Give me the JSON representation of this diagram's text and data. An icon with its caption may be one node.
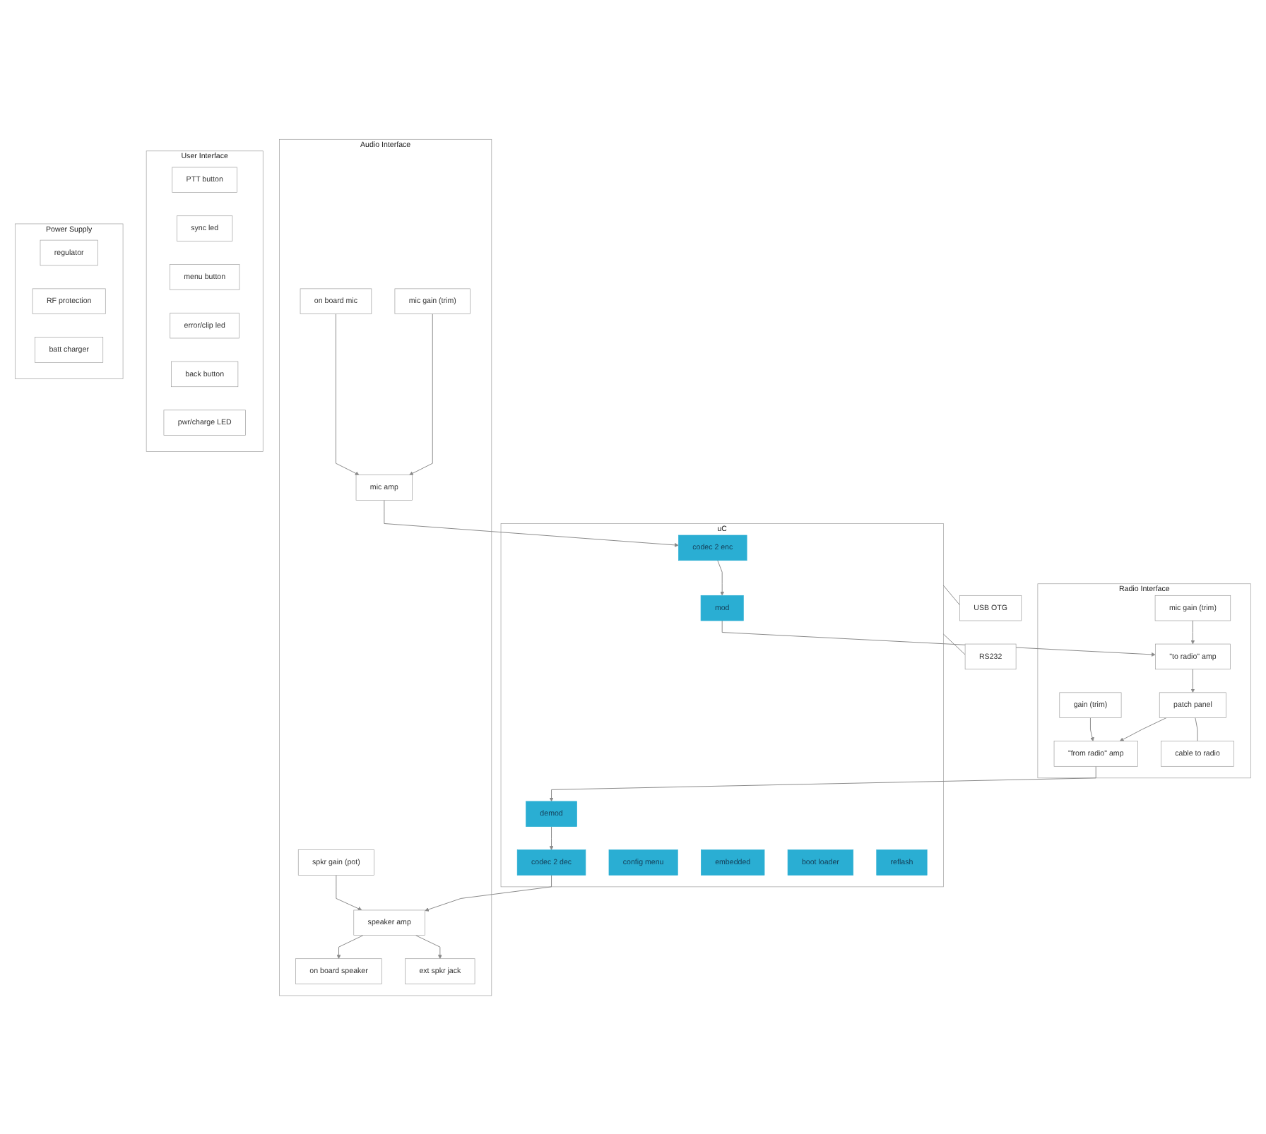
{
  "diagram": {
    "nodes": [
      {
        "text": [
          "Audio Interface"
        ]
      },
      {
        "text": [
          "mic gain (trim)"
        ],
        "in": 0
      },
      {
        "text": [
          "on board mic"
        ],
        "in": 0
      },
      {
        "text": [
          "mic amp"
        ],
        "in": 0
      },
      {
        "text": [
          "on board speaker"
        ],
        "in": 0
      },
      {
        "text": [
          "speaker amp"
        ],
        "in": 0
      },
      {
        "text": [
          "ext spkr jack"
        ],
        "in": 0
      },
      {
        "text": [
          "spkr gain (pot)"
        ],
        "in": 0
      },
      {
        "text": [
          "uC"
        ]
      },
      {
        "text": [
          "codec 2 enc"
        ],
        "in": 8
      },
      {
        "text": [
          "mod"
        ],
        "in": 8
      },
      {
        "text": [
          "codec 2 dec"
        ],
        "in": 8
      },
      {
        "text": [
          "demod"
        ],
        "in": 8
      },
      {
        "text": [
          "config menu"
        ],
        "in": 8
      },
      {
        "text": [
          "embedded"
        ],
        "in": 8
      },
      {
        "text": [
          "boot loader"
        ],
        "in": 8
      },
      {
        "text": [
          "reflash"
        ],
        "in": 8
      },
      {
        "text": [
          "Radio Interface"
        ]
      },
      {
        "text": [
          "mic gain (trim)"
        ],
        "in": 17
      },
      {
        "text": [
          "\"to radio\" amp"
        ],
        "in": 17
      },
      {
        "text": [
          "patch panel"
        ],
        "in": 17
      },
      {
        "text": [
          "\"from radio\" amp"
        ],
        "in": 17
      },
      {
        "text": [
          "gain (trim)"
        ],
        "in": 17
      },
      {
        "text": [
          "cable to radio"
        ],
        "in": 17
      },
      {
        "text": [
          "USB OTG"
        ]
      },
      {
        "text": [
          "RS232"
        ]
      },
      {
        "text": [
          "User Interface"
        ]
      },
      {
        "text": [
          "PTT button"
        ],
        "in": 26
      },
      {
        "text": [
          "sync led"
        ],
        "in": 26
      },
      {
        "text": [
          "menu button"
        ],
        "in": 26
      },
      {
        "text": [
          "error/clip led"
        ],
        "in": 26
      },
      {
        "text": [
          "back button"
        ],
        "in": 26
      },
      {
        "text": [
          "pwr/charge LED"
        ],
        "in": 26
      },
      {
        "text": [
          "Power Supply"
        ]
      },
      {
        "text": [
          "regulator"
        ],
        "in": 33
      },
      {
        "text": [
          "RF protection"
        ],
        "in": 33
      },
      {
        "text": [
          "batt charger"
        ],
        "in": 33
      }
    ],
    "edges": [
      {
        "from": 1,
        "to": 3,
        "arrow": "to"
      },
      {
        "from": 2,
        "to": 3,
        "arrow": "to"
      },
      {
        "from": 3,
        "to": 9,
        "arrow": "to"
      },
      {
        "from": 9,
        "to": 10,
        "arrow": "to"
      },
      {
        "from": 10,
        "to": 19,
        "arrow": "to"
      },
      {
        "from": 18,
        "to": 19,
        "arrow": "to"
      },
      {
        "from": 19,
        "to": 20,
        "arrow": "to"
      },
      {
        "from": 20,
        "to": 21,
        "arrow": "to"
      },
      {
        "from": 22,
        "to": 21,
        "arrow": "to"
      },
      {
        "from": 20,
        "to": 23,
        "arrow": "none"
      },
      {
        "from": 21,
        "to": 12,
        "arrow": "to"
      },
      {
        "from": 12,
        "to": 11,
        "arrow": "to"
      },
      {
        "from": 11,
        "to": 5,
        "arrow": "to"
      },
      {
        "from": 7,
        "to": 5,
        "arrow": "to"
      },
      {
        "from": 5,
        "to": 4,
        "arrow": "to"
      },
      {
        "from": 5,
        "to": 6,
        "arrow": "to"
      },
      {
        "from": 8,
        "to": 24,
        "arrow": "none"
      },
      {
        "from": 8,
        "to": 25,
        "arrow": "none"
      }
    ]
  }
}
